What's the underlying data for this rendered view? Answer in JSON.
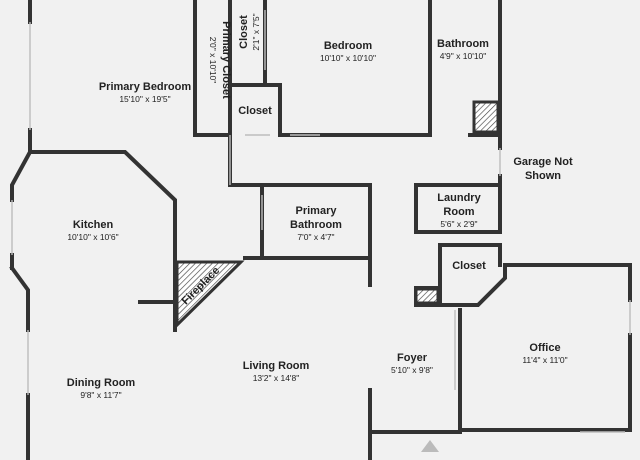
{
  "rooms": {
    "primary_bedroom": {
      "name": "Primary Bedroom",
      "dims": "15'10\" x 19'5\""
    },
    "primary_closet": {
      "name": "Primary Closet",
      "dims": "2'0\" x 10'10\""
    },
    "closet_small": {
      "name": "Closet",
      "dims": "2'1\" x 7'5\""
    },
    "closet_lower": {
      "name": "Closet"
    },
    "bedroom": {
      "name": "Bedroom",
      "dims": "10'10\" x 10'10\""
    },
    "bathroom": {
      "name": "Bathroom",
      "dims": "4'9\" x 10'10\""
    },
    "garage_note": {
      "line1": "Garage Not",
      "line2": "Shown"
    },
    "kitchen": {
      "name": "Kitchen",
      "dims": "10'10\" x 10'6\""
    },
    "primary_bathroom": {
      "line1": "Primary",
      "line2": "Bathroom",
      "dims": "7'0\" x 4'7\""
    },
    "laundry_room": {
      "line1": "Laundry",
      "line2": "Room",
      "dims": "5'6\" x 2'9\""
    },
    "closet_right": {
      "name": "Closet"
    },
    "fireplace": {
      "name": "Fireplace"
    },
    "living_room": {
      "name": "Living Room",
      "dims": "13'2\" x 14'8\""
    },
    "foyer": {
      "name": "Foyer",
      "dims": "5'10\" x 9'8\""
    },
    "office": {
      "name": "Office",
      "dims": "11'4\" x 11'0\""
    },
    "dining_room": {
      "name": "Dining Room",
      "dims": "9'8\" x 11'7\""
    }
  },
  "colors": {
    "wall": "#333333",
    "floor": "#f1f1f1",
    "entry_marker": "#bbbbbb"
  }
}
